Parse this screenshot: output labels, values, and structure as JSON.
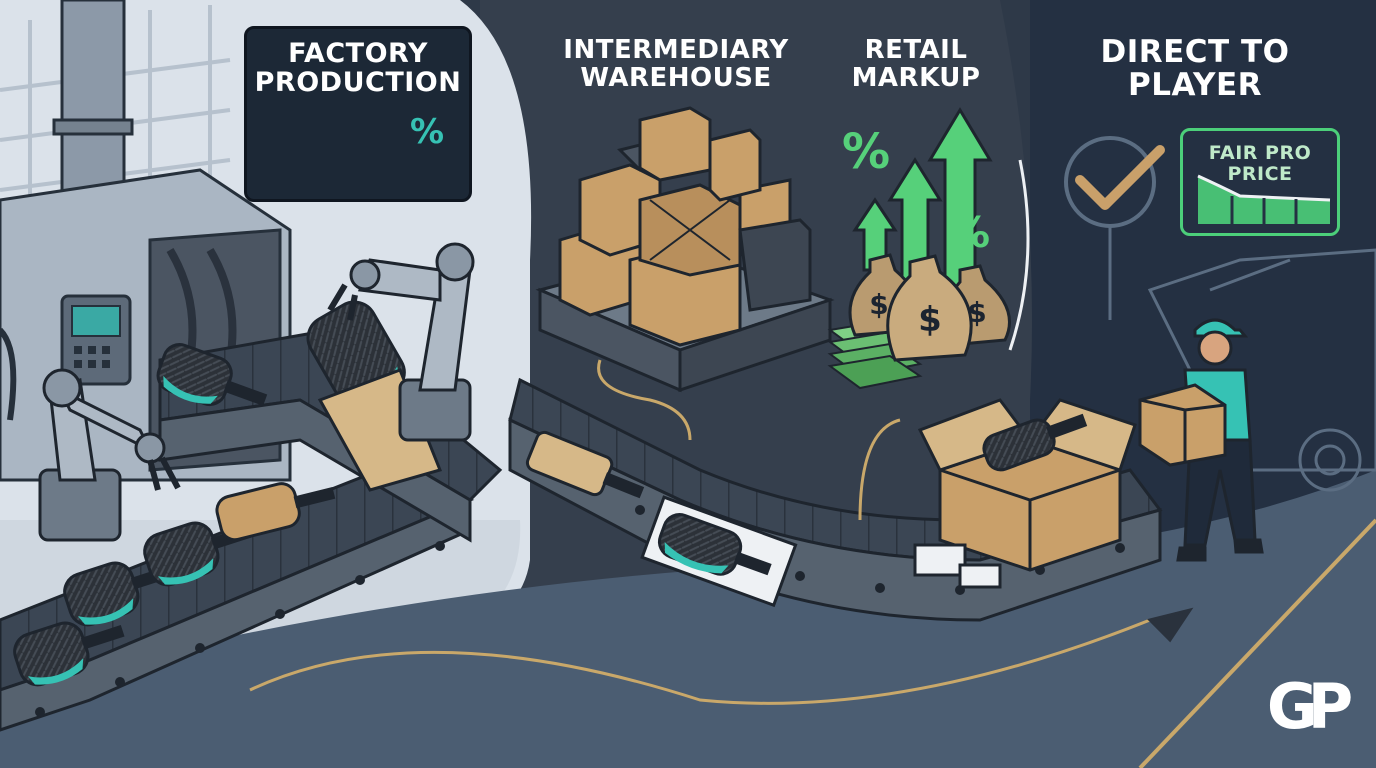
{
  "scene": {
    "stages": [
      {
        "id": "factory",
        "title_lines": [
          "FACTORY",
          "PRODUCTION"
        ],
        "mark": "%"
      },
      {
        "id": "warehouse",
        "title_lines": [
          "INTERMEDIARY",
          "WAREHOUSE"
        ]
      },
      {
        "id": "retail",
        "title_lines": [
          "RETAIL",
          "MARKUP"
        ],
        "marks": [
          "%",
          "%"
        ],
        "currency_symbol": "$"
      },
      {
        "id": "direct",
        "title_lines": [
          "DIRECT TO",
          "PLAYER"
        ],
        "callout_lines": [
          "FAIR PRO",
          "PRICE"
        ]
      }
    ],
    "brand": {
      "logo_text": "GP"
    },
    "icons": [
      "factory-machine-icon",
      "robot-arm-icon",
      "conveyor-belt-icon",
      "paddle-icon",
      "box-stack-icon",
      "crate-icon",
      "money-bag-icon",
      "cash-stack-icon",
      "up-arrow-icon",
      "checkmark-icon",
      "delivery-person-icon",
      "truck-icon",
      "open-box-icon"
    ],
    "colors": {
      "background_dark": "#2a3442",
      "factory_panel": "#dde3ea",
      "accent_teal": "#36c2b4",
      "accent_green": "#4ccf7a",
      "gold_line": "#c9a86a",
      "box_tan": "#c9a06a"
    }
  }
}
